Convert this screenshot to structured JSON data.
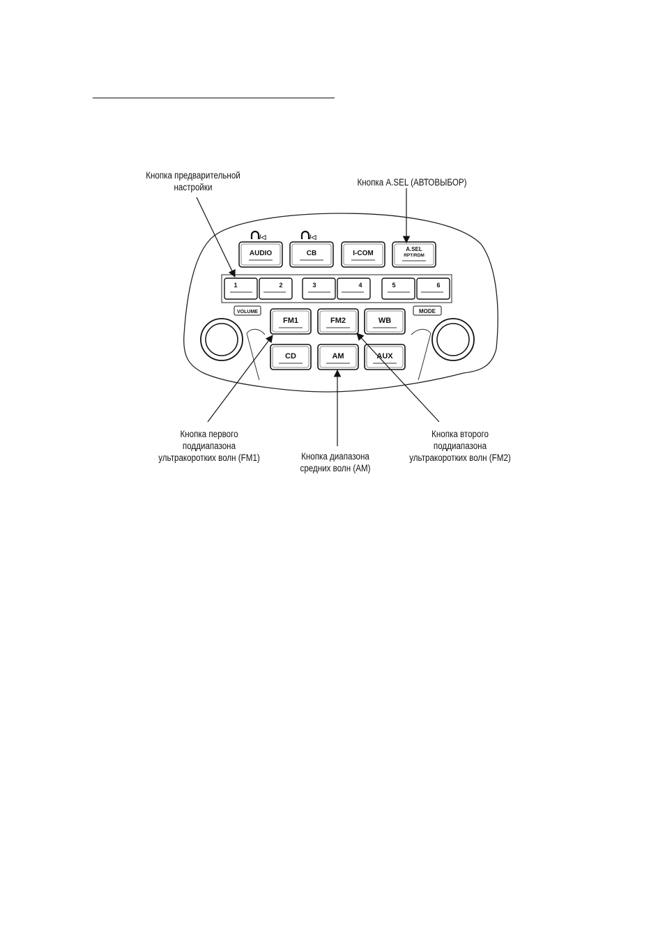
{
  "callouts": {
    "preset": [
      "Кнопка предварительной",
      "настройки"
    ],
    "asel": [
      "Кнопка A.SEL (АВТОВЫБОР)"
    ],
    "fm1": [
      "Кнопка первого",
      "поддиапазона",
      "ультракоротких волн (FM1)"
    ],
    "am": [
      "Кнопка диапазона",
      "средних волн (AM)"
    ],
    "fm2": [
      "Кнопка второго",
      "поддиапазона",
      "ультракоротких волн (FM2)"
    ]
  },
  "panel": {
    "top_buttons": {
      "audio": "AUDIO",
      "cb": "CB",
      "icom": "I-COM",
      "asel": "A.SEL",
      "asel_sub": "RPT/RDM"
    },
    "presets": [
      "1",
      "2",
      "3",
      "4",
      "5",
      "6"
    ],
    "volume_label": "VOLUME",
    "mode_label": "MODE",
    "band_row1": {
      "fm1": "FM1",
      "fm2": "FM2",
      "wb": "WB"
    },
    "band_row2": {
      "cd": "CD",
      "am": "AM",
      "aux": "AUX"
    },
    "audio_glyph": "/◁",
    "cb_glyph": "/◁"
  }
}
